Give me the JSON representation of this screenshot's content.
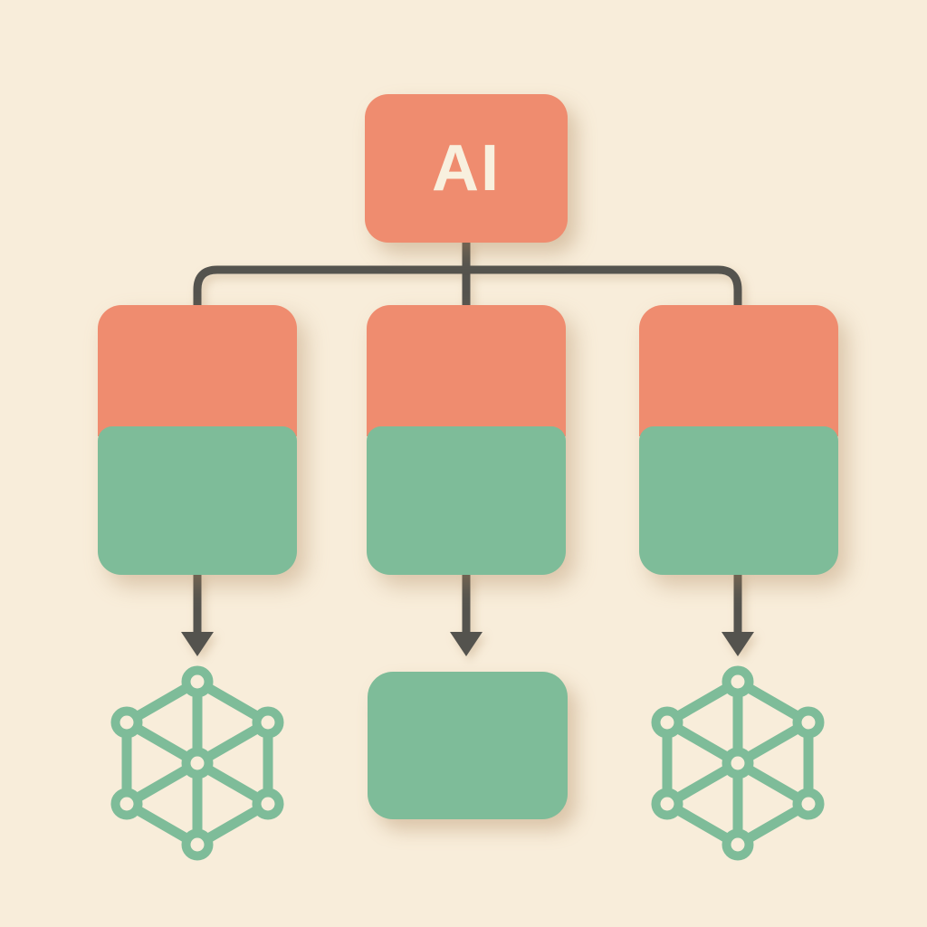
{
  "colors": {
    "bg": "#F8EDDA",
    "coral": "#EF8C6F",
    "green": "#7EBC99",
    "line": "#54534E",
    "label": "#F8F0DE"
  },
  "diagram": {
    "type": "flowchart",
    "root": {
      "label": "AI",
      "shape": "rounded-rect",
      "color": "coral"
    },
    "branches": [
      {
        "box": {
          "top_color": "coral",
          "bottom_color": "green",
          "label": ""
        },
        "arrow": "down",
        "output": {
          "type": "network-graph-icon",
          "nodes": 7,
          "shape": "hexagon-wheel",
          "color": "green"
        }
      },
      {
        "box": {
          "top_color": "coral",
          "bottom_color": "green",
          "label": ""
        },
        "arrow": "down",
        "output": {
          "type": "rounded-rect",
          "color": "green",
          "label": ""
        }
      },
      {
        "box": {
          "top_color": "coral",
          "bottom_color": "green",
          "label": ""
        },
        "arrow": "down",
        "output": {
          "type": "network-graph-icon",
          "nodes": 7,
          "shape": "hexagon-wheel",
          "color": "green"
        }
      }
    ]
  }
}
